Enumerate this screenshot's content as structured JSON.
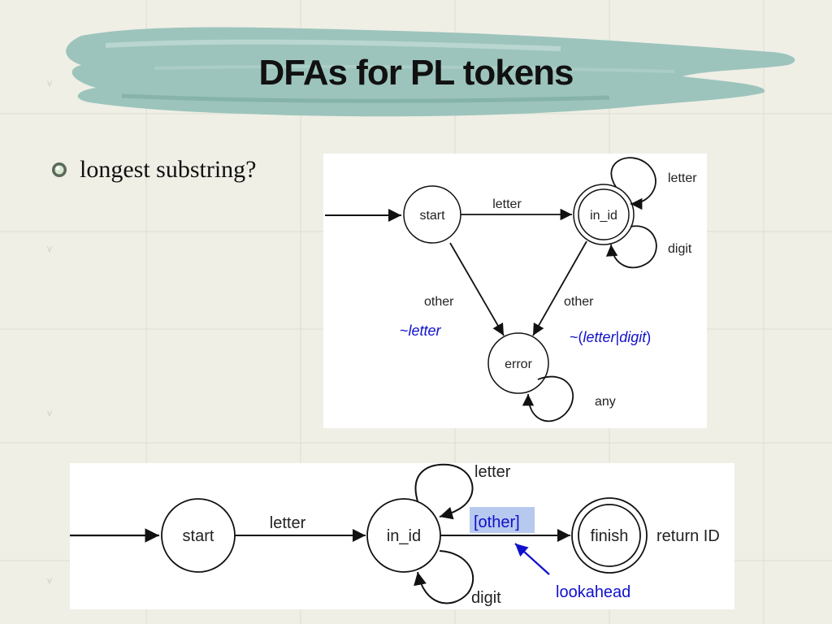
{
  "slide": {
    "title": "DFAs for PL tokens",
    "bullet": "longest substring?"
  },
  "colors": {
    "title_brush": "#9cc4bc",
    "annotation": "#1010cc",
    "highlight": "#b7c9ee"
  },
  "diagram_top": {
    "states": {
      "start": "start",
      "in_id": "in_id",
      "error": "error"
    },
    "transitions": {
      "start_to_in_id": "letter",
      "in_id_loop_letter": "letter",
      "in_id_loop_digit": "digit",
      "start_to_error": "other",
      "in_id_to_error": "other",
      "error_loop": "any"
    },
    "annotations": {
      "not_letter_prefix": "~",
      "not_letter_word": "letter",
      "not_letter_or_digit_open": "~(",
      "not_letter_or_digit_letter": "letter",
      "not_letter_or_digit_bar": "|",
      "not_letter_or_digit_digit": "digit",
      "not_letter_or_digit_close": ")"
    }
  },
  "diagram_bottom": {
    "states": {
      "start": "start",
      "in_id": "in_id",
      "finish": "finish"
    },
    "transitions": {
      "start_to_in_id": "letter",
      "in_id_loop_letter": "letter",
      "in_id_loop_digit": "digit",
      "in_id_to_finish": "[other]"
    },
    "return_label": "return ID",
    "lookahead_label": "lookahead"
  }
}
